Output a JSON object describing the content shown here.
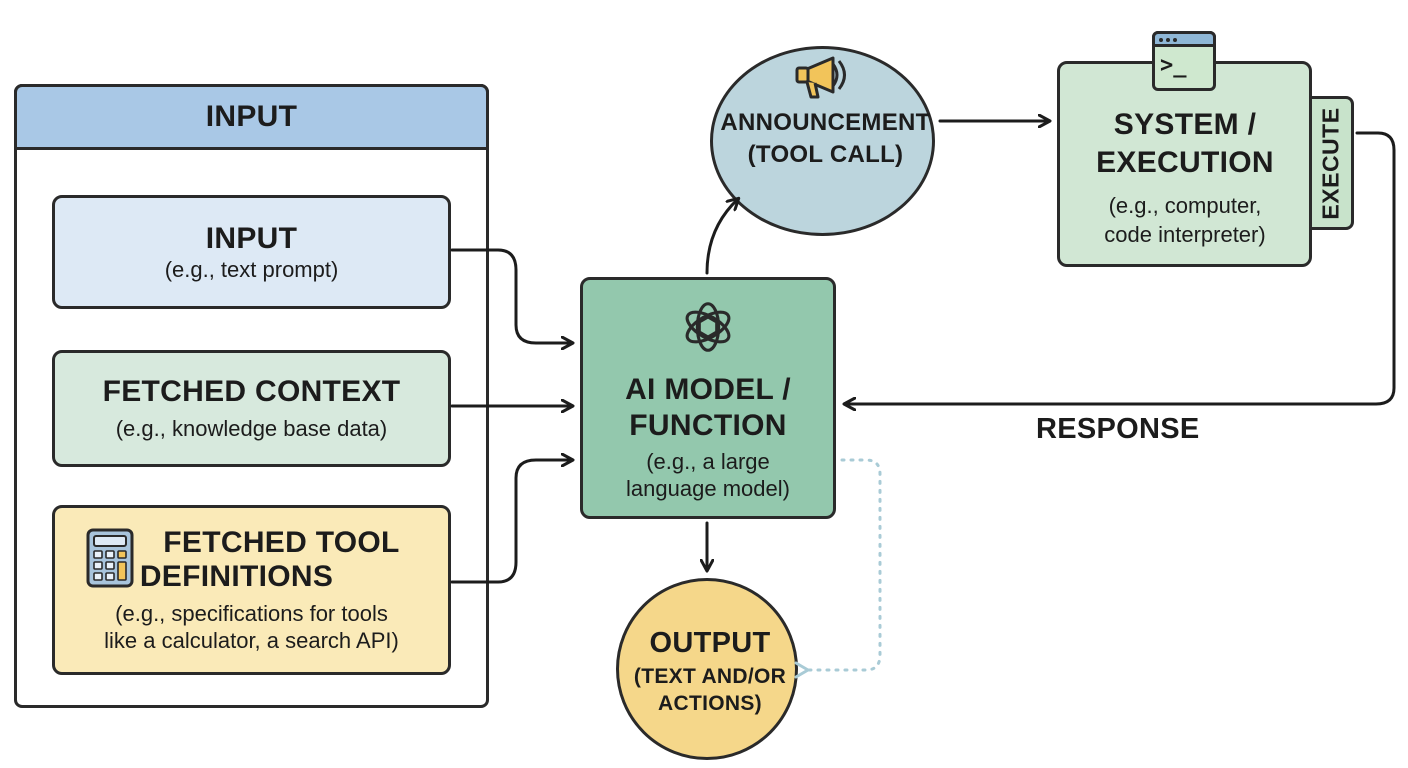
{
  "input_panel": {
    "header": "INPUT"
  },
  "cards": {
    "input": {
      "title": "INPUT",
      "example": "(e.g., text prompt)"
    },
    "context": {
      "title": "FETCHED CONTEXT",
      "example": "(e.g., knowledge base data)"
    },
    "tools": {
      "title_line1": "FETCHED TOOL",
      "title_line2": "DEFINITIONS",
      "example_line1": "(e.g., specifications for tools",
      "example_line2": "like a calculator, a search API)",
      "icon": "calculator-icon"
    }
  },
  "ai_model": {
    "title_line1": "AI MODEL /",
    "title_line2": "FUNCTION",
    "example_line1": "(e.g., a large",
    "example_line2": "language model)",
    "icon": "openai-logo-icon"
  },
  "announcement": {
    "line1": "ANNOUNCEMENT",
    "line2": "(TOOL CALL)",
    "icon": "megaphone-icon"
  },
  "system": {
    "title_line1": "SYSTEM /",
    "title_line2": "EXECUTION",
    "example_line1": "(e.g., computer,",
    "example_line2": "code interpreter)",
    "tab_label": "EXECUTE",
    "icon": "terminal-icon",
    "terminal_prompt": ">_"
  },
  "output": {
    "line1": "OUTPUT",
    "line2": "(TEXT AND/OR",
    "line3": "ACTIONS)"
  },
  "response_label": "RESPONSE",
  "colors": {
    "header_blue": "#a9c8e6",
    "input_card": "#dde9f5",
    "context_card": "#d7e9dd",
    "tools_card": "#faeab8",
    "ai_box": "#93c8ad",
    "announcement": "#bcd5dd",
    "system": "#d1e7d4",
    "output": "#f5d78a",
    "dotted_arrow": "#a9cbd6"
  }
}
